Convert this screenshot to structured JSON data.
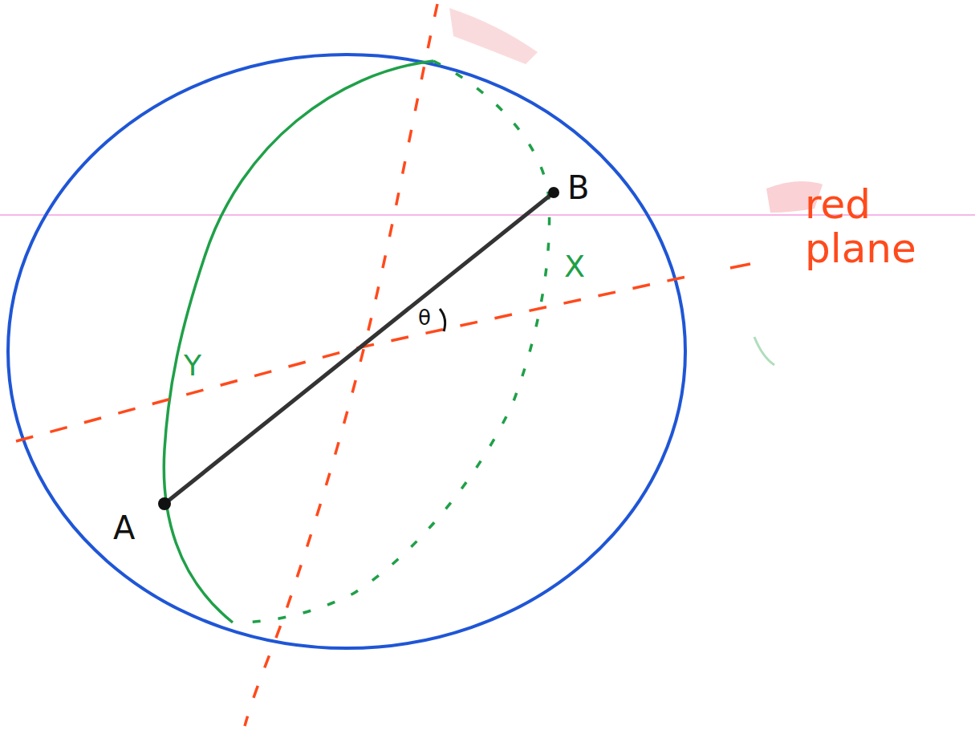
{
  "diagram": {
    "labels": [
      "A",
      "B",
      "X",
      "Y",
      "θ",
      "red plane"
    ]
  }
}
